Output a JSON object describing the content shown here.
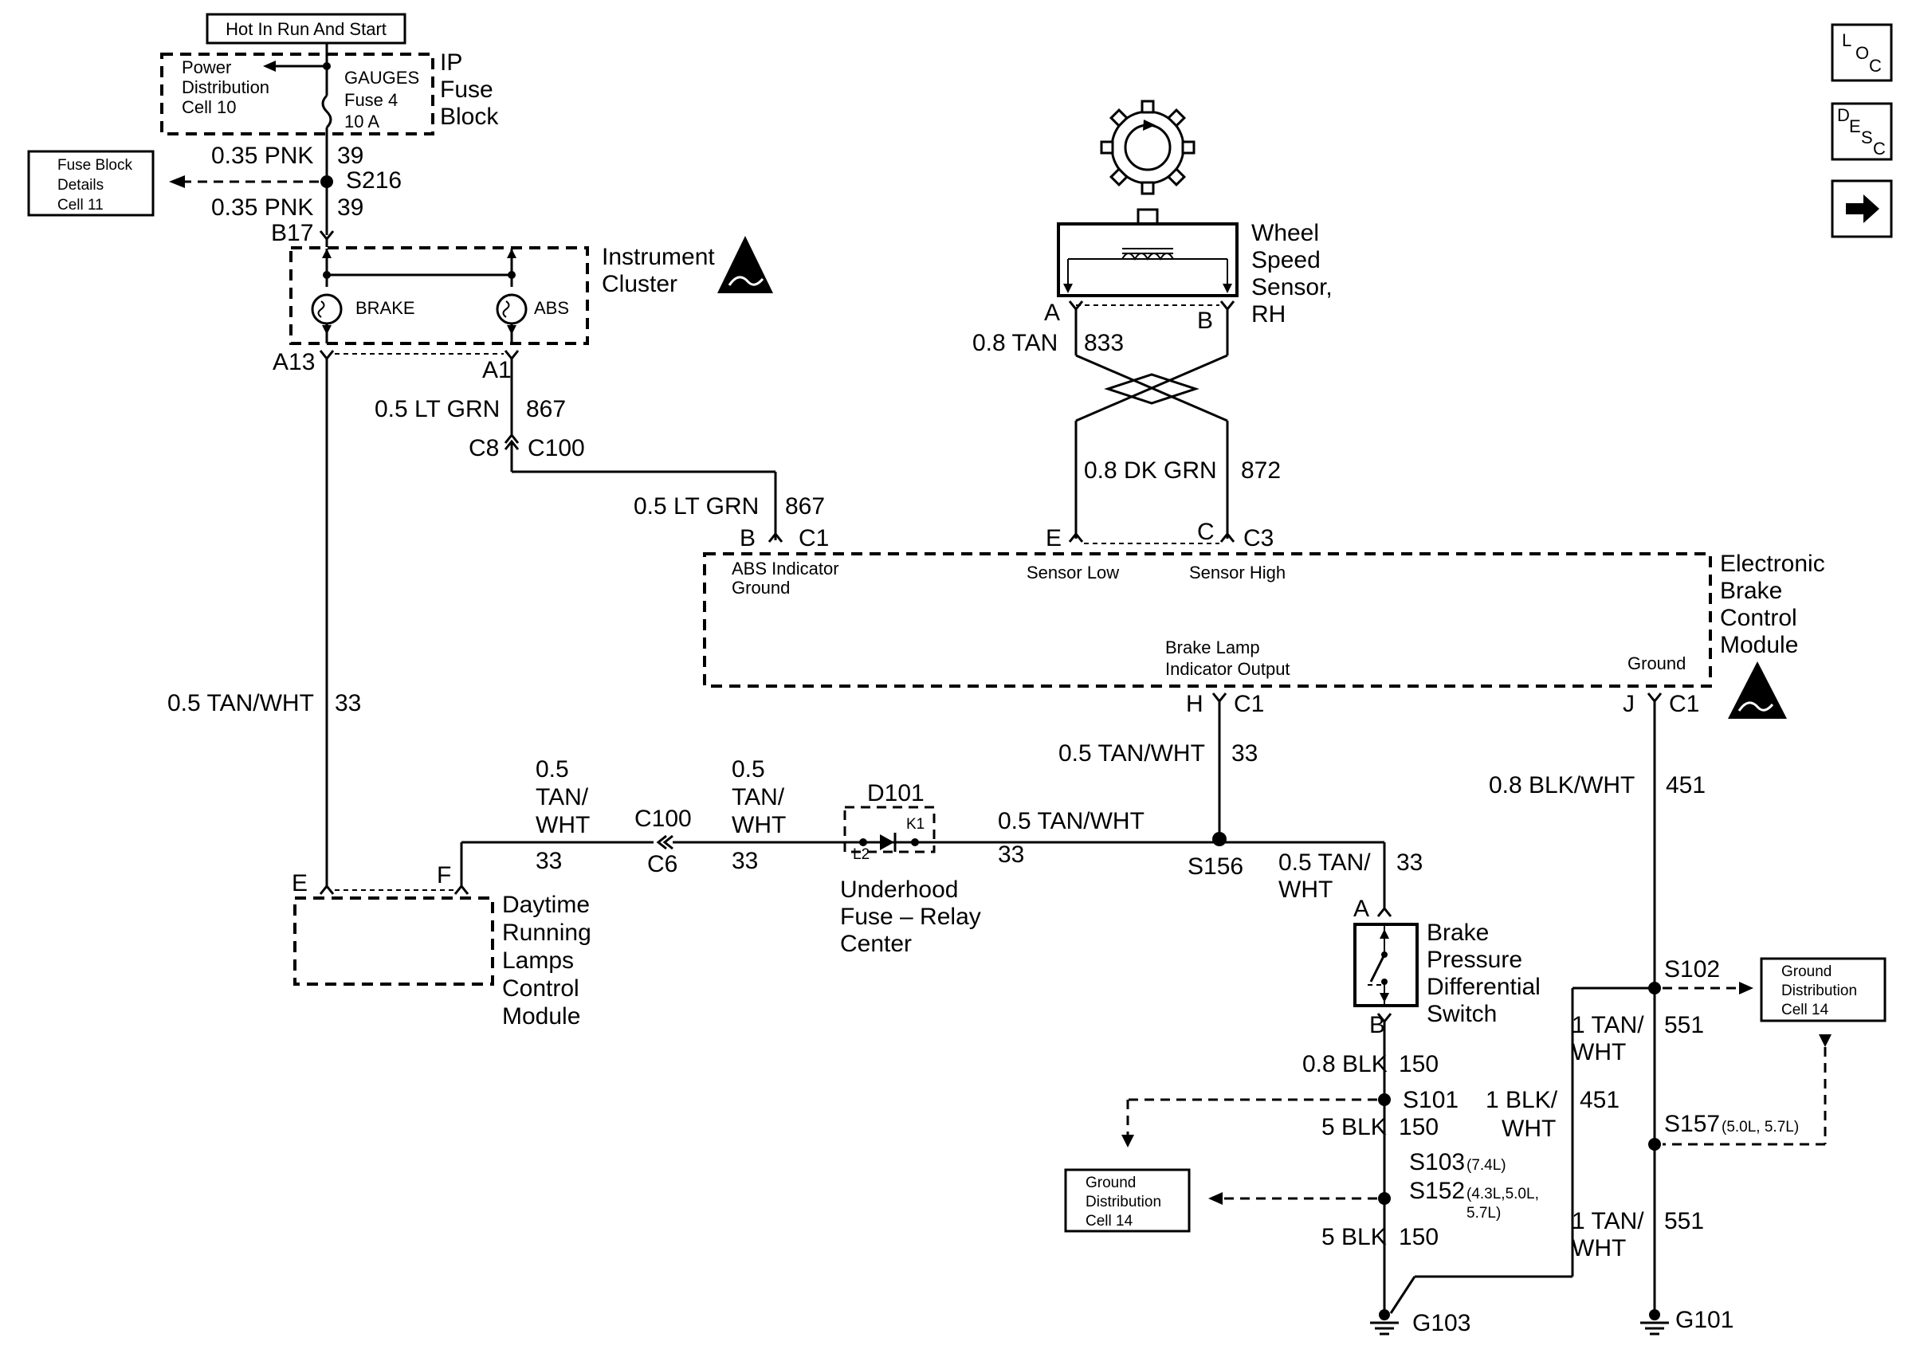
{
  "power": {
    "hot_label": "Hot In Run And Start",
    "pd_line1": "Power",
    "pd_line2": "Distribution",
    "pd_line3": "Cell 10",
    "fuse_line1": "GAUGES",
    "fuse_line2": "Fuse 4",
    "fuse_line3": "10 A",
    "ipfb_line1": "IP",
    "ipfb_line2": "Fuse",
    "ipfb_line3": "Block"
  },
  "fuse_block_details": {
    "line1": "Fuse Block",
    "line2": "Details",
    "line3": "Cell 11"
  },
  "wires": {
    "pnk_top_size": "0.35 PNK",
    "pnk_top_num": "39",
    "s216": "S216",
    "pnk_bot_size": "0.35 PNK",
    "pnk_bot_num": "39",
    "b17": "B17",
    "a13": "A13",
    "a1": "A1",
    "ltgrn1_size": "0.5 LT GRN",
    "ltgrn1_num": "867",
    "c8": "C8",
    "c100_top": "C100",
    "ltgrn2_size": "0.5 LT GRN",
    "ltgrn2_num": "867",
    "tanwht_left_size": "0.5 TAN/WHT",
    "tanwht_left_num": "33",
    "dtan1_l1": "0.5",
    "dtan1_l2": "TAN/",
    "dtan1_l3": "WHT",
    "dtan1_num": "33",
    "c100_mid": "C100",
    "c6": "C6",
    "dtan2_l1": "0.5",
    "dtan2_l2": "TAN/",
    "dtan2_l3": "WHT",
    "dtan2_num": "33",
    "tanwht_mid_size": "0.5 TAN/WHT",
    "tanwht_mid_num": "33",
    "tanwht_h_size": "0.5 TAN/WHT",
    "tanwht_h_num": "33",
    "s156": "S156",
    "tanwht_bp_l1": "0.5 TAN/",
    "tanwht_bp_l2": "WHT",
    "tanwht_bp_num": "33",
    "tan833_size": "0.8 TAN",
    "tan833_num": "833",
    "dkgrn_size": "0.8 DK GRN",
    "dkgrn_num": "872",
    "blkwht_size": "0.8 BLK/WHT",
    "blkwht_num": "451",
    "blk150_size": "0.8 BLK",
    "blk150_num": "150",
    "s101": "S101",
    "blk5a_size": "5 BLK",
    "blk5a_num": "150",
    "s103": "S103",
    "s103_note": "(7.4L)",
    "s152": "S152",
    "s152_note1": "(4.3L,5.0L,",
    "s152_note2": "5.7L)",
    "blk5b_size": "5 BLK",
    "blk5b_num": "150",
    "g103": "G103",
    "s102": "S102",
    "tw551a_l1": "1 TAN/",
    "tw551a_l2": "WHT",
    "tw551a_num": "551",
    "bw451_l1": "1 BLK/",
    "bw451_l2": "WHT",
    "bw451_num": "451",
    "s157": "S157",
    "s157_note": "(5.0L, 5.7L)",
    "tw551b_l1": "1 TAN/",
    "tw551b_l2": "WHT",
    "tw551b_num": "551",
    "g101": "G101"
  },
  "cluster": {
    "line1": "Instrument",
    "line2": "Cluster",
    "brake": "BRAKE",
    "abs": "ABS"
  },
  "wss": {
    "line1": "Wheel",
    "line2": "Speed",
    "line3": "Sensor,",
    "line4": "RH",
    "pin_a": "A",
    "pin_b": "B"
  },
  "ebcm": {
    "line1": "Electronic",
    "line2": "Brake",
    "line3": "Control",
    "line4": "Module",
    "pin_b": "B",
    "c1_b": "C1",
    "abs_ind1": "ABS Indicator",
    "abs_ind2": "Ground",
    "pin_e": "E",
    "pin_c": "C",
    "c3": "C3",
    "sensor_low": "Sensor Low",
    "sensor_high": "Sensor High",
    "bl_out1": "Brake Lamp",
    "bl_out2": "Indicator Output",
    "ground": "Ground",
    "pin_h": "H",
    "c1_h": "C1",
    "pin_j": "J",
    "c1_j": "C1"
  },
  "drl": {
    "pin_e": "E",
    "pin_f": "F",
    "line1": "Daytime",
    "line2": "Running",
    "line3": "Lamps",
    "line4": "Control",
    "line5": "Module"
  },
  "ufrc": {
    "d101": "D101",
    "l2": "L2",
    "k1": "K1",
    "line1": "Underhood",
    "line2": "Fuse – Relay",
    "line3": "Center"
  },
  "bpds": {
    "pin_a": "A",
    "pin_b": "B",
    "line1": "Brake",
    "line2": "Pressure",
    "line3": "Differential",
    "line4": "Switch"
  },
  "ground_dist_left": {
    "line1": "Ground",
    "line2": "Distribution",
    "line3": "Cell 14"
  },
  "ground_dist_right": {
    "line1": "Ground",
    "line2": "Distribution",
    "line3": "Cell 14"
  },
  "nav": {
    "loc_l": "L",
    "loc_o": "O",
    "loc_c": "C",
    "desc_d": "D",
    "desc_e": "E",
    "desc_s": "S",
    "desc_c": "C"
  }
}
